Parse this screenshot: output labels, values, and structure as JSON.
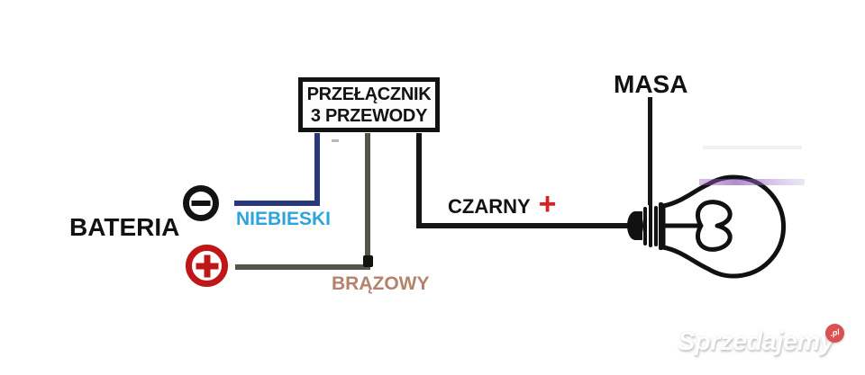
{
  "diagram_type": "wiring-diagram",
  "switch_box": {
    "line1": "PRZEŁĄCZNIK",
    "line2": "3 PRZEWODY"
  },
  "battery": {
    "label": "BATERIA",
    "minus_symbol": "−",
    "plus_symbol": "+"
  },
  "wires": {
    "blue": {
      "label": "NIEBIESKI",
      "wire_color": "#27387d",
      "label_color": "#2ea4da"
    },
    "brown": {
      "label": "BRĄZOWY",
      "wire_color": "#55544a",
      "label_color": "#b5826b"
    },
    "black": {
      "label": "CZARNY",
      "plus_sign": "+",
      "wire_color": "#161616",
      "plus_color": "#d92121"
    }
  },
  "ground": {
    "label": "MASA"
  },
  "bulb": {
    "icon": "light-bulb",
    "outline_color": "#111111",
    "highlight_color": "#8a4fb5"
  },
  "watermark": {
    "name": "Sprzedajemy",
    "tld": ".pl",
    "badge_color": "#db5151",
    "text_color": "#ffffff"
  }
}
